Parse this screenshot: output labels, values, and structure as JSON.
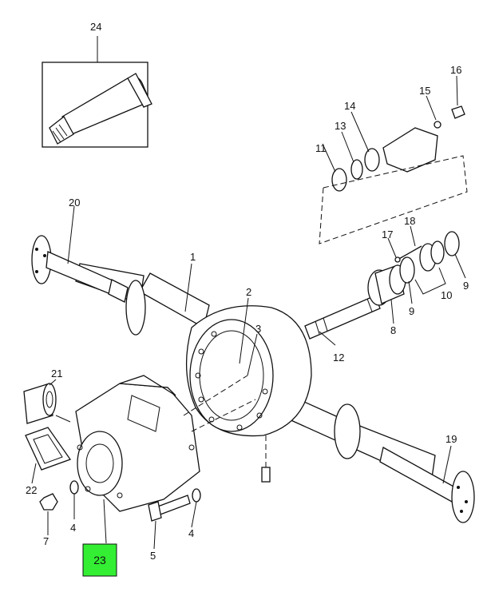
{
  "callouts": {
    "c1": "1",
    "c2": "2",
    "c3": "3",
    "c4a": "4",
    "c4b": "4",
    "c5": "5",
    "c7": "7",
    "c8": "8",
    "c9a": "9",
    "c9b": "9",
    "c10": "10",
    "c11": "11",
    "c12": "12",
    "c13": "13",
    "c14": "14",
    "c15": "15",
    "c16": "16",
    "c17": "17",
    "c18": "18",
    "c19": "19",
    "c20": "20",
    "c21": "21",
    "c22": "22",
    "c23": "23",
    "c24": "24"
  },
  "colors": {
    "highlight": "#33ee33",
    "line": "#111111",
    "background": "#ffffff"
  }
}
